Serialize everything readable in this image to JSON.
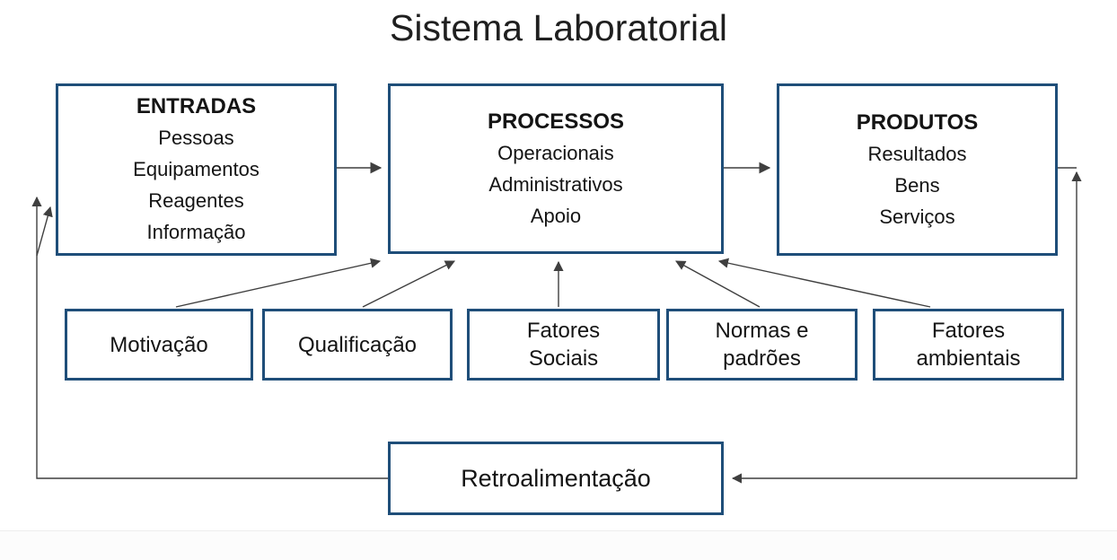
{
  "title": "Sistema Laboratorial",
  "colors": {
    "box_border": "#1f4e79",
    "arrow": "#3f3f3f",
    "text": "#141414",
    "background": "#ffffff"
  },
  "main_boxes": {
    "entradas": {
      "header": "ENTRADAS",
      "items": [
        "Pessoas",
        "Equipamentos",
        "Reagentes",
        "Informação"
      ]
    },
    "processos": {
      "header": "PROCESSOS",
      "items": [
        "Operacionais",
        "Administrativos",
        "Apoio"
      ]
    },
    "produtos": {
      "header": "PRODUTOS",
      "items": [
        "Resultados",
        "Bens",
        "Serviços"
      ]
    }
  },
  "factor_boxes": [
    {
      "label": "Motivação"
    },
    {
      "label": "Qualificação"
    },
    {
      "label": "Fatores\nSociais"
    },
    {
      "label": "Normas e\npadrões"
    },
    {
      "label": "Fatores\nambientais"
    }
  ],
  "feedback_box": {
    "label": "Retroalimentação"
  }
}
